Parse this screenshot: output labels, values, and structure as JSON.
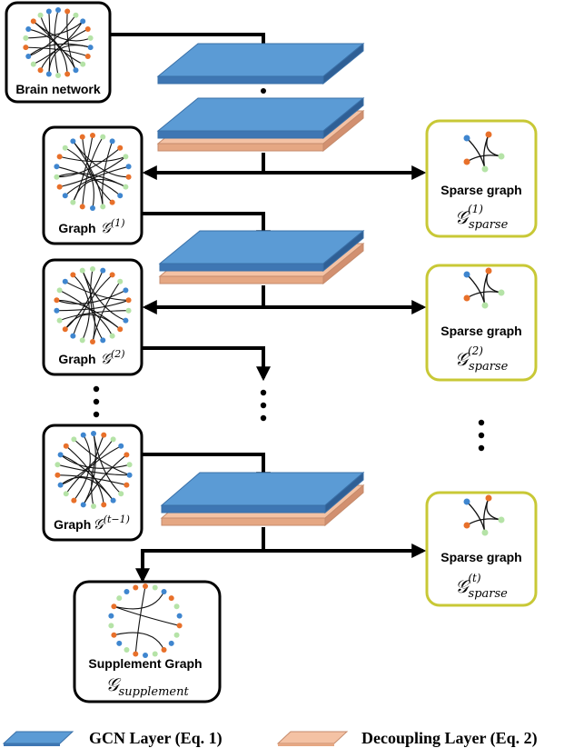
{
  "nodes": {
    "brain_network": {
      "label": "Brain network"
    },
    "graph_1": {
      "label": "Graph",
      "symbol": "𝒢",
      "superscript": "(1)"
    },
    "graph_2": {
      "label": "Graph",
      "symbol": "𝒢",
      "superscript": "(2)"
    },
    "graph_t1": {
      "label": "Graph",
      "symbol": "𝒢",
      "superscript": "(t−1)"
    },
    "supplement": {
      "label": "Supplement Graph",
      "symbol": "𝒢",
      "subscript": "supplement"
    },
    "sparse_1": {
      "label": "Sparse graph",
      "symbol": "𝒢",
      "superscript": "(1)",
      "subscript": "sparse"
    },
    "sparse_2": {
      "label": "Sparse graph",
      "symbol": "𝒢",
      "superscript": "(2)",
      "subscript": "sparse"
    },
    "sparse_t": {
      "label": "Sparse graph",
      "symbol": "𝒢",
      "superscript": "(t)",
      "subscript": "sparse"
    }
  },
  "legend": {
    "gcn_layer": "GCN Layer (Eq. 1)",
    "decoupling_layer": "Decoupling Layer (Eq. 2)"
  },
  "colors": {
    "gcn_layer": "#5b9bd5",
    "decoupling_layer": "#f4c2a4",
    "sparse_box_border": "#c8c836",
    "node_blue": "#3f86cf",
    "node_orange": "#e8702a",
    "node_green": "#b5e3a7"
  }
}
